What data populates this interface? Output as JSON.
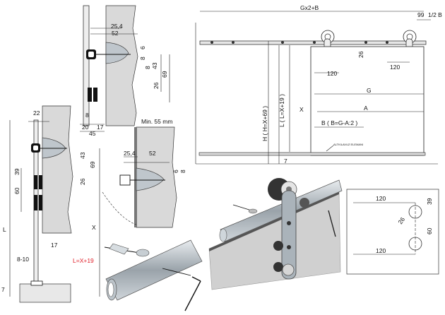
{
  "section_top": {
    "d1": "25,4",
    "d2": "52",
    "d3": "6",
    "d4": "8",
    "d5": "8",
    "d6": "43",
    "d7": "69",
    "d8": "26",
    "d9": "8",
    "d10": "20",
    "d11": "17",
    "d12": "45"
  },
  "section_left": {
    "d1": "22",
    "d2": "43",
    "d3": "69",
    "d4": "39",
    "d5": "60",
    "d6": "26",
    "d7": "L",
    "d8": "X",
    "d9": "8-10",
    "d10": "17",
    "d11": "7",
    "formula": "L=X+19"
  },
  "section_mid": {
    "title": "Min. 55 mm",
    "d1": "25,4",
    "d2": "52",
    "d3": "6",
    "d4": "8"
  },
  "elevation": {
    "top": "Gx2+B",
    "d99": "99",
    "half_b": "1/2 B",
    "d26": "26",
    "d120a": "120",
    "d120b": "120",
    "g": "G",
    "a": "A",
    "b": "B ( B=G-A:2 )",
    "h": "H ( H=X+69 )",
    "l": "L ( L=X+19 )",
    "x": "X",
    "d7": "7",
    "note": "ALTKILAVUZ ELEMANI"
  },
  "holes": {
    "h1": "120",
    "h2": "39",
    "h3": "26",
    "h4": "60",
    "h5": "120"
  }
}
